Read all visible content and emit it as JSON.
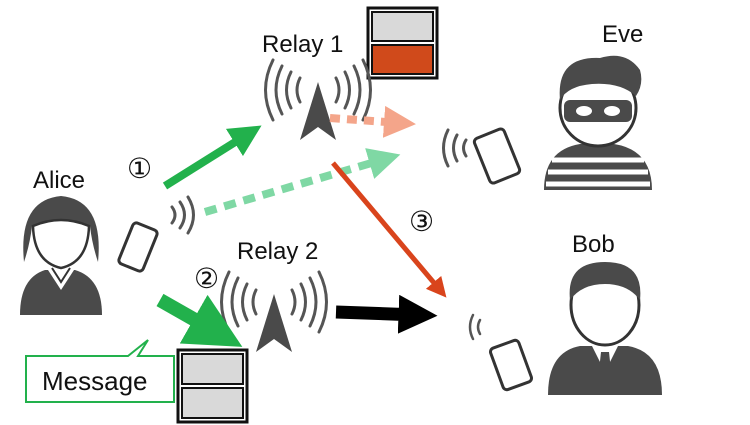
{
  "nodes": {
    "relay1": {
      "label": "Relay 1",
      "icon": "antenna-tower-icon"
    },
    "relay2": {
      "label": "Relay 2",
      "icon": "antenna-tower-icon"
    },
    "alice": {
      "label": "Alice",
      "icon": "woman-avatar-icon"
    },
    "eve": {
      "label": "Eve",
      "icon": "masked-thief-avatar-icon"
    },
    "bob": {
      "label": "Bob",
      "icon": "man-avatar-icon"
    }
  },
  "steps": {
    "s1": "①",
    "s2": "②",
    "s3": "③"
  },
  "message": {
    "label": "Message"
  },
  "colors": {
    "green_arrow": "#22b14c",
    "light_green_dotted": "#7fd8a4",
    "salmon": "#f4a58a",
    "orange_red": "#d9441c",
    "black_arrow": "#000000",
    "signal": "#555555",
    "buffer_gray": "#d9d9d9",
    "buffer_red": "#d04a1b"
  }
}
